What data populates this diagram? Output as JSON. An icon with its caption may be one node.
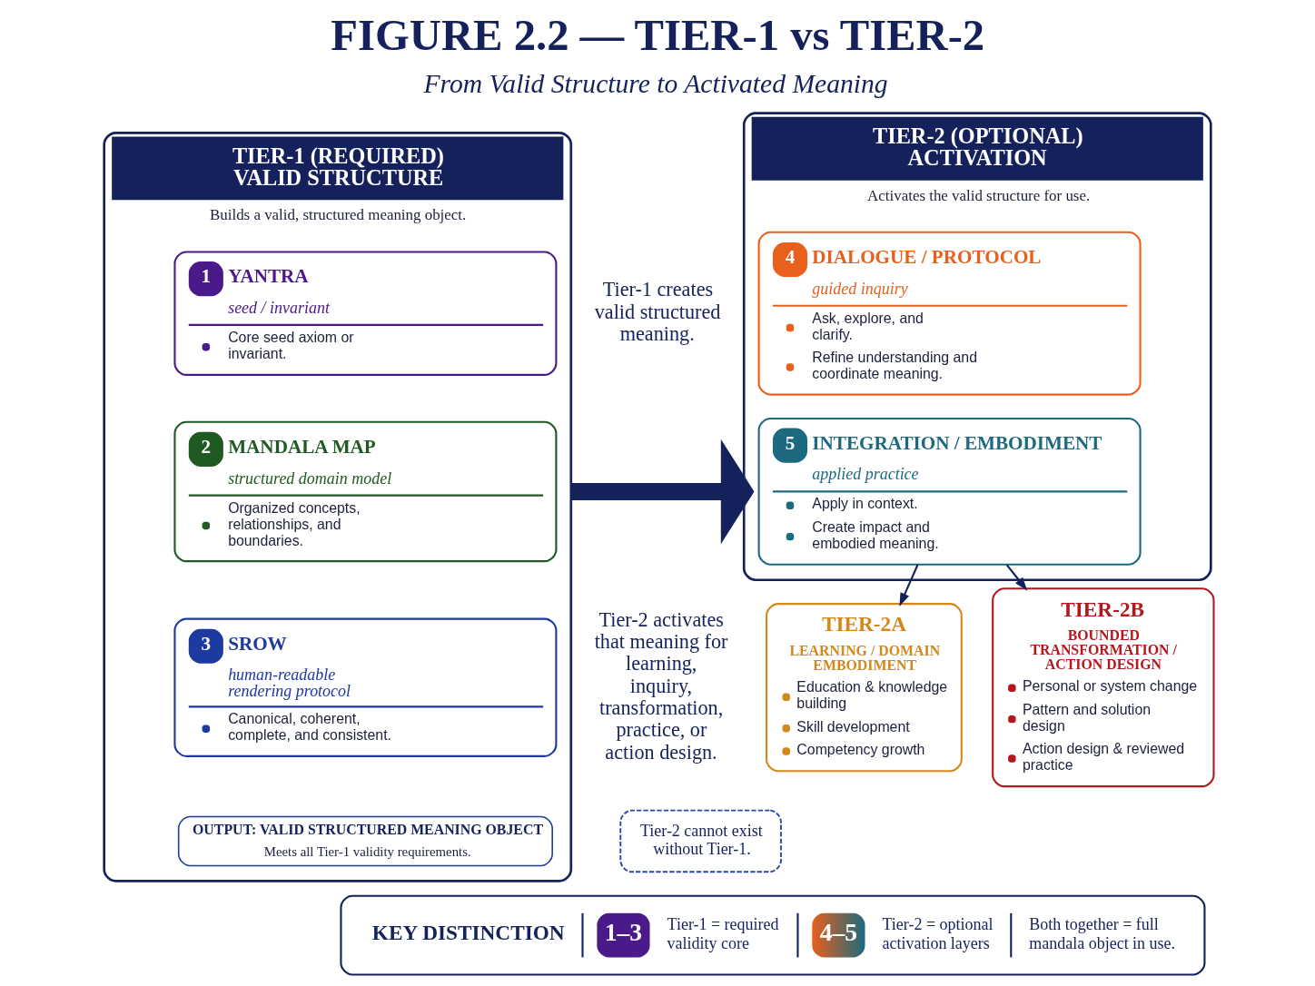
{
  "diagram": {
    "title": "FIGURE 2.2 — TIER-1 vs TIER-2",
    "nodes": [
      {
        "text": [
          "TIER-1 (REQUIRED) VALID STRUCTURE",
          "Builds a valid, structured meaning object."
        ]
      },
      {
        "text": [
          "1",
          "YANTRA",
          "seed / invariant",
          "Core seed axiom or invariant."
        ],
        "in": 0
      },
      {
        "text": [
          "2",
          "MANDALA MAP",
          "structured domain model",
          "Organized concepts, relationships, and boundaries."
        ],
        "in": 0
      },
      {
        "text": [
          "3",
          "SROW",
          "human-readable rendering protocol",
          "Canonical, coherent, complete, and consistent."
        ],
        "in": 0
      },
      {
        "text": [
          "OUTPUT: VALID STRUCTURED MEANING OBJECT",
          "Meets all Tier-1 validity requirements."
        ],
        "in": 0
      },
      {
        "text": [
          "TIER-2 (OPTIONAL) ACTIVATION",
          "Activates the valid structure for use."
        ]
      },
      {
        "text": [
          "4",
          "DIALOGUE / PROTOCOL",
          "guided inquiry",
          "Ask, explore, and clarify.",
          "Refine understanding and coordinate meaning."
        ],
        "in": 5
      },
      {
        "text": [
          "5",
          "INTEGRATION / EMBODIMENT",
          "applied practice",
          "Apply in context.",
          "Create impact and embodied meaning."
        ],
        "in": 5
      },
      {
        "text": [
          "TIER-2A",
          "LEARNING / DOMAIN EMBODIMENT",
          "Education & knowledge building",
          "Skill development",
          "Competency growth"
        ]
      },
      {
        "text": [
          "TIER-2B",
          "BOUNDED TRANSFORMATION / ACTION DESIGN",
          "Personal or system change",
          "Pattern and solution design",
          "Action design & reviewed practice"
        ]
      },
      {
        "text": [
          "Tier-2 cannot exist without Tier-1."
        ]
      },
      {
        "text": [
          "KEY DISTINCTION",
          "1–3",
          "Tier-1 = required validity core",
          "4–5",
          "Tier-2 = optional activation layers",
          "Both together = full mandala object in use."
        ]
      }
    ],
    "edges": [
      {
        "from": 0,
        "to": 5,
        "arrow": "to",
        "style": "thick"
      },
      {
        "from": 7,
        "to": 8,
        "arrow": "to"
      },
      {
        "from": 7,
        "to": 9,
        "arrow": "to"
      }
    ],
    "labels": [
      "From Valid Structure to Activated Meaning",
      "Tier-1 creates valid structured meaning.",
      "Tier-2 activates that meaning for learning, inquiry, transformation, practice, or action design."
    ]
  }
}
